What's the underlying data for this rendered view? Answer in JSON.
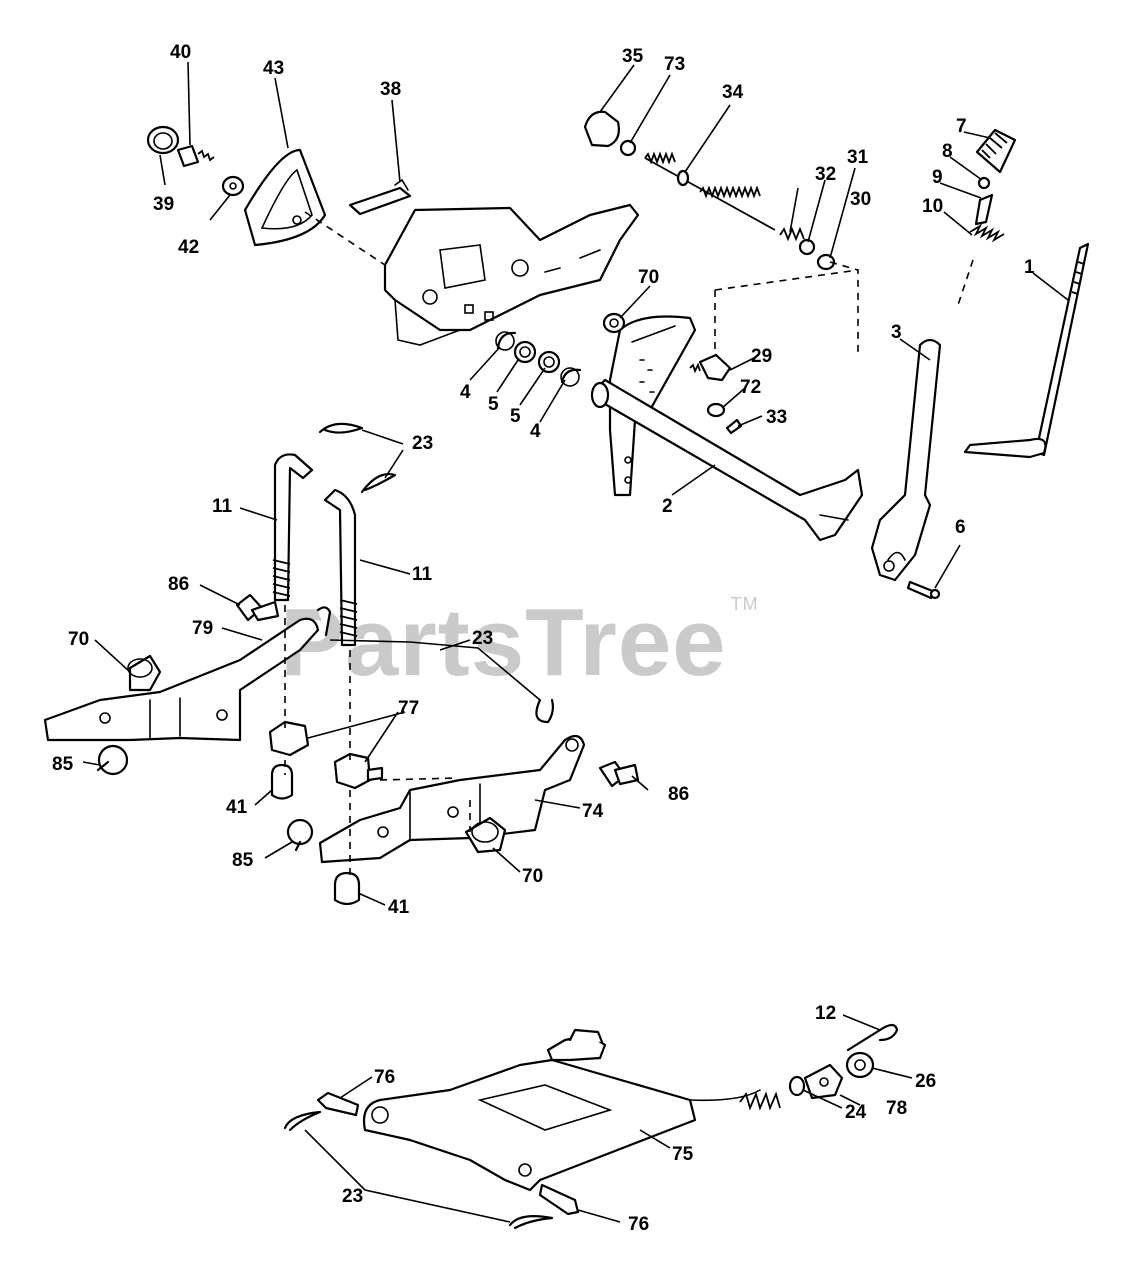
{
  "watermark": {
    "brand": "PartsTree",
    "mark": "TM"
  },
  "labels": {
    "p1": "1",
    "p2": "2",
    "p3": "3",
    "p4a": "4",
    "p4b": "4",
    "p5a": "5",
    "p5b": "5",
    "p6": "6",
    "p7": "7",
    "p8": "8",
    "p9": "9",
    "p10": "10",
    "p11a": "11",
    "p11b": "11",
    "p12": "12",
    "p23a": "23",
    "p23b": "23",
    "p23c": "23",
    "p24": "24",
    "p26": "26",
    "p29": "29",
    "p30": "30",
    "p31": "31",
    "p32": "32",
    "p33": "33",
    "p34": "34",
    "p35": "35",
    "p38": "38",
    "p39": "39",
    "p40": "40",
    "p41a": "41",
    "p41b": "41",
    "p42": "42",
    "p43": "43",
    "p70a": "70",
    "p70b": "70",
    "p70c": "70",
    "p72": "72",
    "p73": "73",
    "p74": "74",
    "p75": "75",
    "p76a": "76",
    "p76b": "76",
    "p77": "77",
    "p78": "78",
    "p79": "79",
    "p85a": "85",
    "p85b": "85",
    "p86a": "86",
    "p86b": "86"
  }
}
